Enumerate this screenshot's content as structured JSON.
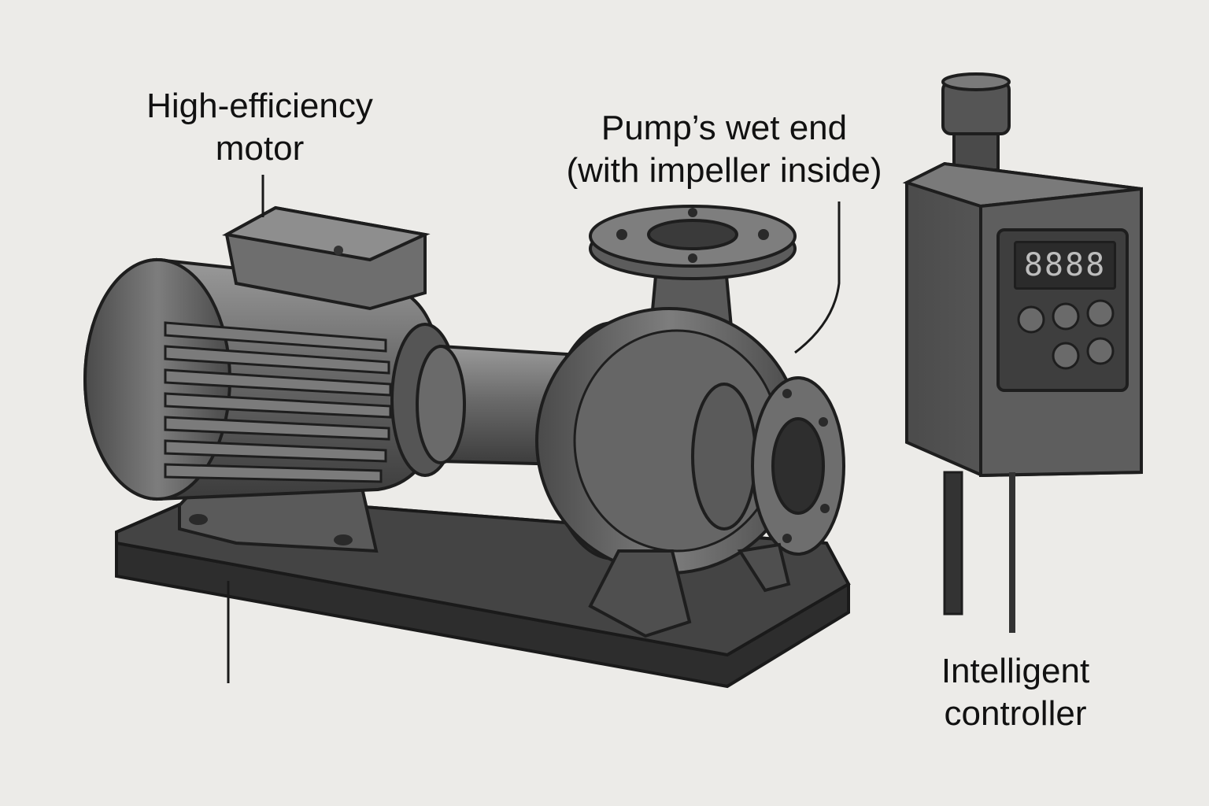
{
  "labels": {
    "motor": {
      "line1": "High-efficiency",
      "line2": "motor"
    },
    "wet_end": {
      "line1": "Pump’s wet end",
      "line2": "(with impeller inside)"
    },
    "controller": {
      "line1": "Intelligent",
      "line2": "controller"
    }
  },
  "controller_display": {
    "readout": "8888"
  },
  "colors": {
    "background": "#ecebe8",
    "metal_dark": "#3a3a3a",
    "metal_mid": "#5e5e5e",
    "metal_light": "#8a8a8a",
    "outline": "#1e1e1e",
    "display_bg": "#2b2b2b",
    "display_digits": "#bdbdbd"
  }
}
